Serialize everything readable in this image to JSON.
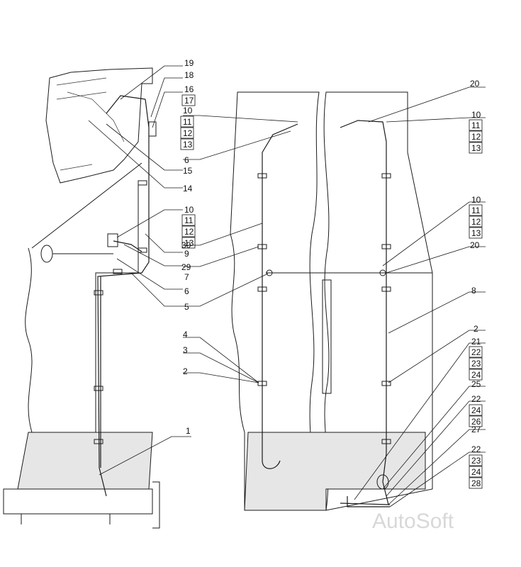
{
  "watermark": "AutoSoft",
  "callouts": {
    "left": [
      {
        "id": "c19",
        "text": "19",
        "boxed": false
      },
      {
        "id": "c18",
        "text": "18",
        "boxed": false
      },
      {
        "id": "c16",
        "text": "16",
        "boxed": false
      },
      {
        "id": "c17",
        "text": "17",
        "boxed": true
      },
      {
        "id": "c15",
        "text": "15",
        "boxed": false
      },
      {
        "id": "c14",
        "text": "14",
        "boxed": false
      },
      {
        "id": "c10a",
        "text": "10",
        "boxed": false
      },
      {
        "id": "c11a",
        "text": "11",
        "boxed": true
      },
      {
        "id": "c12a",
        "text": "12",
        "boxed": true
      },
      {
        "id": "c13a",
        "text": "13",
        "boxed": true
      },
      {
        "id": "c9",
        "text": "9",
        "boxed": false
      },
      {
        "id": "c7",
        "text": "7",
        "boxed": false
      },
      {
        "id": "c6a",
        "text": "6",
        "boxed": false
      },
      {
        "id": "c5",
        "text": "5",
        "boxed": false
      },
      {
        "id": "c1",
        "text": "1",
        "boxed": false
      }
    ],
    "center": [
      {
        "id": "c10b",
        "text": "10",
        "boxed": false
      },
      {
        "id": "c11b",
        "text": "11",
        "boxed": true
      },
      {
        "id": "c12b",
        "text": "12",
        "boxed": true
      },
      {
        "id": "c13b",
        "text": "13",
        "boxed": true
      },
      {
        "id": "c6b",
        "text": "6",
        "boxed": false
      },
      {
        "id": "c30",
        "text": "30",
        "boxed": false
      },
      {
        "id": "c29",
        "text": "29",
        "boxed": false
      },
      {
        "id": "c4",
        "text": "4",
        "boxed": false
      },
      {
        "id": "c3",
        "text": "3",
        "boxed": false
      },
      {
        "id": "c2a",
        "text": "2",
        "boxed": false
      }
    ],
    "right": [
      {
        "id": "c20a",
        "text": "20",
        "boxed": false
      },
      {
        "id": "c10c",
        "text": "10",
        "boxed": false
      },
      {
        "id": "c11c",
        "text": "11",
        "boxed": true
      },
      {
        "id": "c12c",
        "text": "12",
        "boxed": true
      },
      {
        "id": "c13c",
        "text": "13",
        "boxed": true
      },
      {
        "id": "c10d",
        "text": "10",
        "boxed": false
      },
      {
        "id": "c11d",
        "text": "11",
        "boxed": true
      },
      {
        "id": "c12d",
        "text": "12",
        "boxed": true
      },
      {
        "id": "c13d",
        "text": "13",
        "boxed": true
      },
      {
        "id": "c20b",
        "text": "20",
        "boxed": false
      },
      {
        "id": "c8",
        "text": "8",
        "boxed": false
      },
      {
        "id": "c2b",
        "text": "2",
        "boxed": false
      },
      {
        "id": "c21",
        "text": "21",
        "boxed": false
      },
      {
        "id": "c22a",
        "text": "22",
        "boxed": true
      },
      {
        "id": "c23a",
        "text": "23",
        "boxed": true
      },
      {
        "id": "c24a",
        "text": "24",
        "boxed": true
      },
      {
        "id": "c25",
        "text": "25",
        "boxed": false
      },
      {
        "id": "c22b",
        "text": "22",
        "boxed": false
      },
      {
        "id": "c24b",
        "text": "24",
        "boxed": true
      },
      {
        "id": "c26",
        "text": "26",
        "boxed": true
      },
      {
        "id": "c27",
        "text": "27",
        "boxed": false
      },
      {
        "id": "c22c",
        "text": "22",
        "boxed": false
      },
      {
        "id": "c23b",
        "text": "23",
        "boxed": true
      },
      {
        "id": "c24c",
        "text": "24",
        "boxed": true
      },
      {
        "id": "c28",
        "text": "28",
        "boxed": true
      }
    ]
  }
}
